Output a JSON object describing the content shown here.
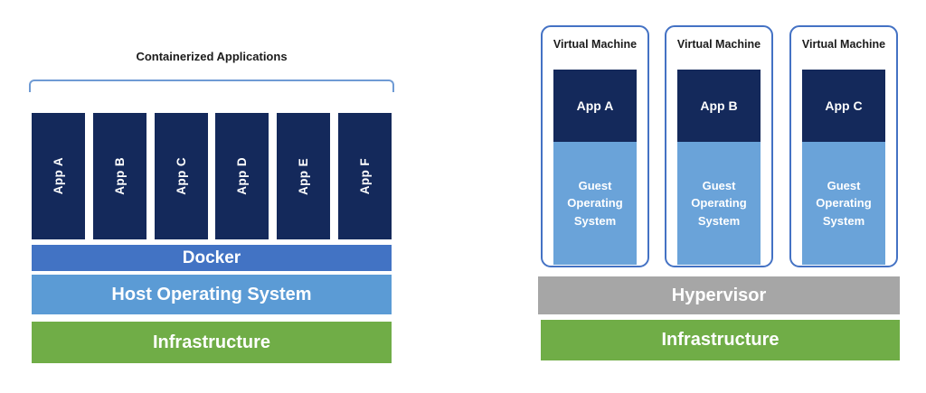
{
  "colors": {
    "navy": "#14295b",
    "docker_blue": "#4273c4",
    "host_blue": "#5b9bd5",
    "guest_blue": "#6aa3d9",
    "green": "#70ad47",
    "gray": "#a6a6a6",
    "vm_border": "#4472c4",
    "bracket_blue": "#6f9bd4",
    "text_dark": "#1b1b1b",
    "text_light": "#ffffff"
  },
  "left": {
    "title": "Containerized Applications",
    "apps": [
      "App A",
      "App B",
      "App C",
      "App D",
      "App E",
      "App F"
    ],
    "layers": [
      {
        "label": "Docker"
      },
      {
        "label": "Host Operating System"
      },
      {
        "label": "Infrastructure"
      }
    ]
  },
  "right": {
    "vms": [
      {
        "label": "Virtual Machine",
        "app": "App A",
        "os": "Guest\nOperating\nSystem"
      },
      {
        "label": "Virtual Machine",
        "app": "App B",
        "os": "Guest\nOperating\nSystem"
      },
      {
        "label": "Virtual Machine",
        "app": "App C",
        "os": "Guest\nOperating\nSystem"
      }
    ],
    "layers": [
      {
        "label": "Hypervisor"
      },
      {
        "label": "Infrastructure"
      }
    ]
  }
}
